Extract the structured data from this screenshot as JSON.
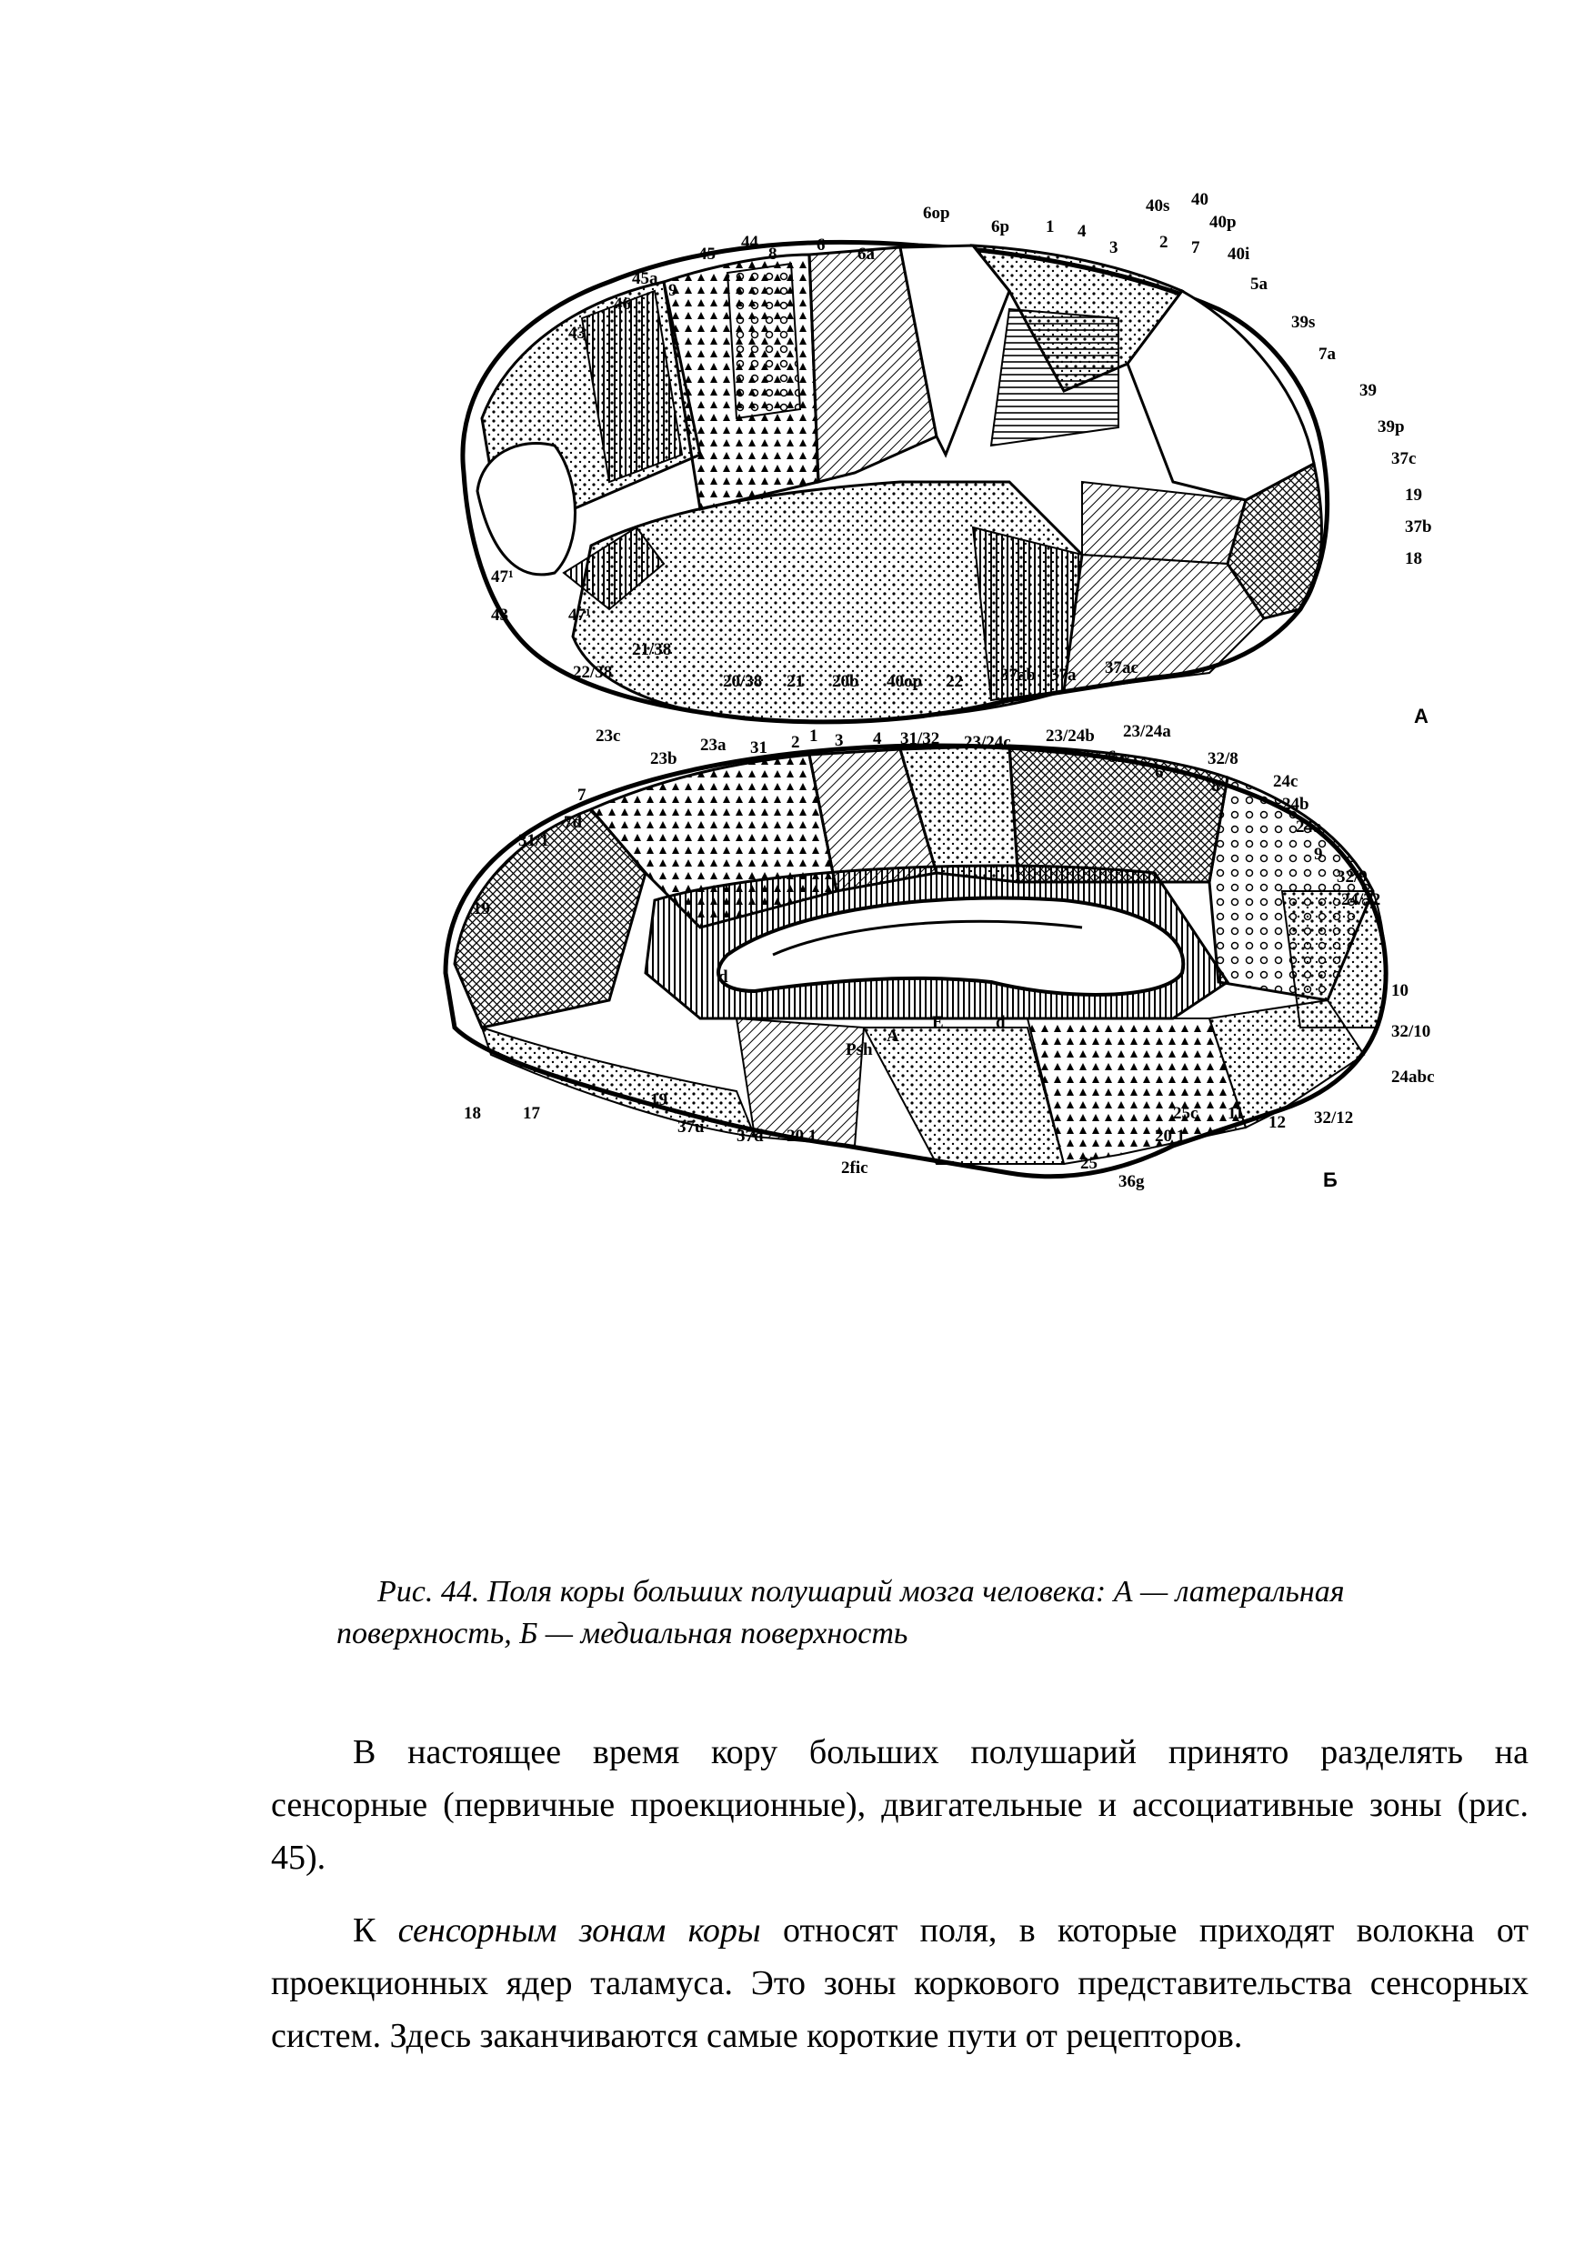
{
  "figure": {
    "panel_a_letter": "А",
    "panel_b_letter": "Б",
    "panel_a_labels": [
      "6op",
      "6p",
      "1",
      "4",
      "40s",
      "40",
      "40p",
      "2",
      "7",
      "3",
      "40i",
      "5a",
      "6a",
      "6",
      "8",
      "44",
      "45",
      "45a",
      "9",
      "46",
      "43",
      "39s",
      "7a",
      "39",
      "39p",
      "37c",
      "19",
      "37b",
      "18",
      "47¹",
      "43",
      "47¹",
      "21/38",
      "22/38",
      "20/38",
      "21",
      "20b",
      "40op",
      "22",
      "37ab",
      "37a",
      "37ac"
    ],
    "panel_b_labels": [
      "23c",
      "23b",
      "23a",
      "31",
      "2",
      "1",
      "3",
      "4",
      "31/32",
      "23/24c",
      "23/24b",
      "23/24a",
      "6a",
      "6",
      "32/8",
      "8",
      "24c",
      "24b",
      "24a",
      "9",
      "32/9",
      "24/32",
      "10",
      "32/10",
      "24abc",
      "7",
      "7d",
      "31/1",
      "19",
      "18",
      "17",
      "19",
      "37u",
      "37d",
      "20 1",
      "20 1",
      "25",
      "36g",
      "25c",
      "11",
      "12",
      "32/12",
      "2fic",
      "Psh",
      "A",
      "E",
      "d",
      "d"
    ]
  },
  "caption": {
    "line1": "Рис. 44. Поля коры больших полушарий мозга человека: А — латеральная",
    "line2": "поверхность, Б — медиальная поверхность"
  },
  "paragraph1": {
    "line1": "В настоящее время кору больших полушарий принято разделять на",
    "rest": "сенсорные (первичные проекционные), двигательные и ассоциативные зоны (рис. 45)."
  },
  "paragraph2": {
    "start": "К ",
    "italic": "сенсорным зонам коры",
    "rest": " относят поля, в которые приходят волокна от проекционных ядер таламуса. Это зоны коркового представительства сенсорных систем. Здесь заканчиваются самые короткие пути от рецепторов."
  }
}
